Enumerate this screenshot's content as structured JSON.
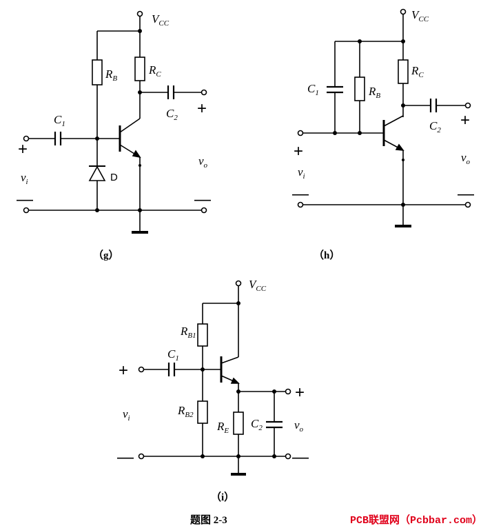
{
  "circuits": {
    "g": {
      "caption": "（g）",
      "vcc": "V",
      "vcc_sub": "CC",
      "rb": "R",
      "rb_sub": "B",
      "rc": "R",
      "rc_sub": "C",
      "c1": "C",
      "c1_sub": "1",
      "c2": "C",
      "c2_sub": "2",
      "diode": "D",
      "vi": "v",
      "vi_sub": "i",
      "vo": "v",
      "vo_sub": "o",
      "plus_in": "+",
      "minus_in": "—",
      "plus_out": "+",
      "minus_out": "—"
    },
    "h": {
      "caption": "（h）",
      "vcc": "V",
      "vcc_sub": "CC",
      "rb": "R",
      "rb_sub": "B",
      "rc": "R",
      "rc_sub": "C",
      "c1": "C",
      "c1_sub": "1",
      "c2": "C",
      "c2_sub": "2",
      "vi": "v",
      "vi_sub": "i",
      "vo": "v",
      "vo_sub": "o",
      "plus_in": "+",
      "minus_in": "—",
      "plus_out": "+",
      "minus_out": "—"
    },
    "i": {
      "caption": "（i）",
      "vcc": "V",
      "vcc_sub": "CC",
      "rb1": "R",
      "rb1_sub": "B1",
      "rb2": "R",
      "rb2_sub": "B2",
      "re": "R",
      "re_sub": "E",
      "c1": "C",
      "c1_sub": "1",
      "c2": "C",
      "c2_sub": "2",
      "vi": "v",
      "vi_sub": "i",
      "vo": "v",
      "vo_sub": "o",
      "plus_in": "+",
      "minus_in": "—",
      "plus_out": "+",
      "minus_out": "—"
    }
  },
  "figure_title": "题图 2-3",
  "watermark": "PCB联盟网（Pcbbar.com）"
}
